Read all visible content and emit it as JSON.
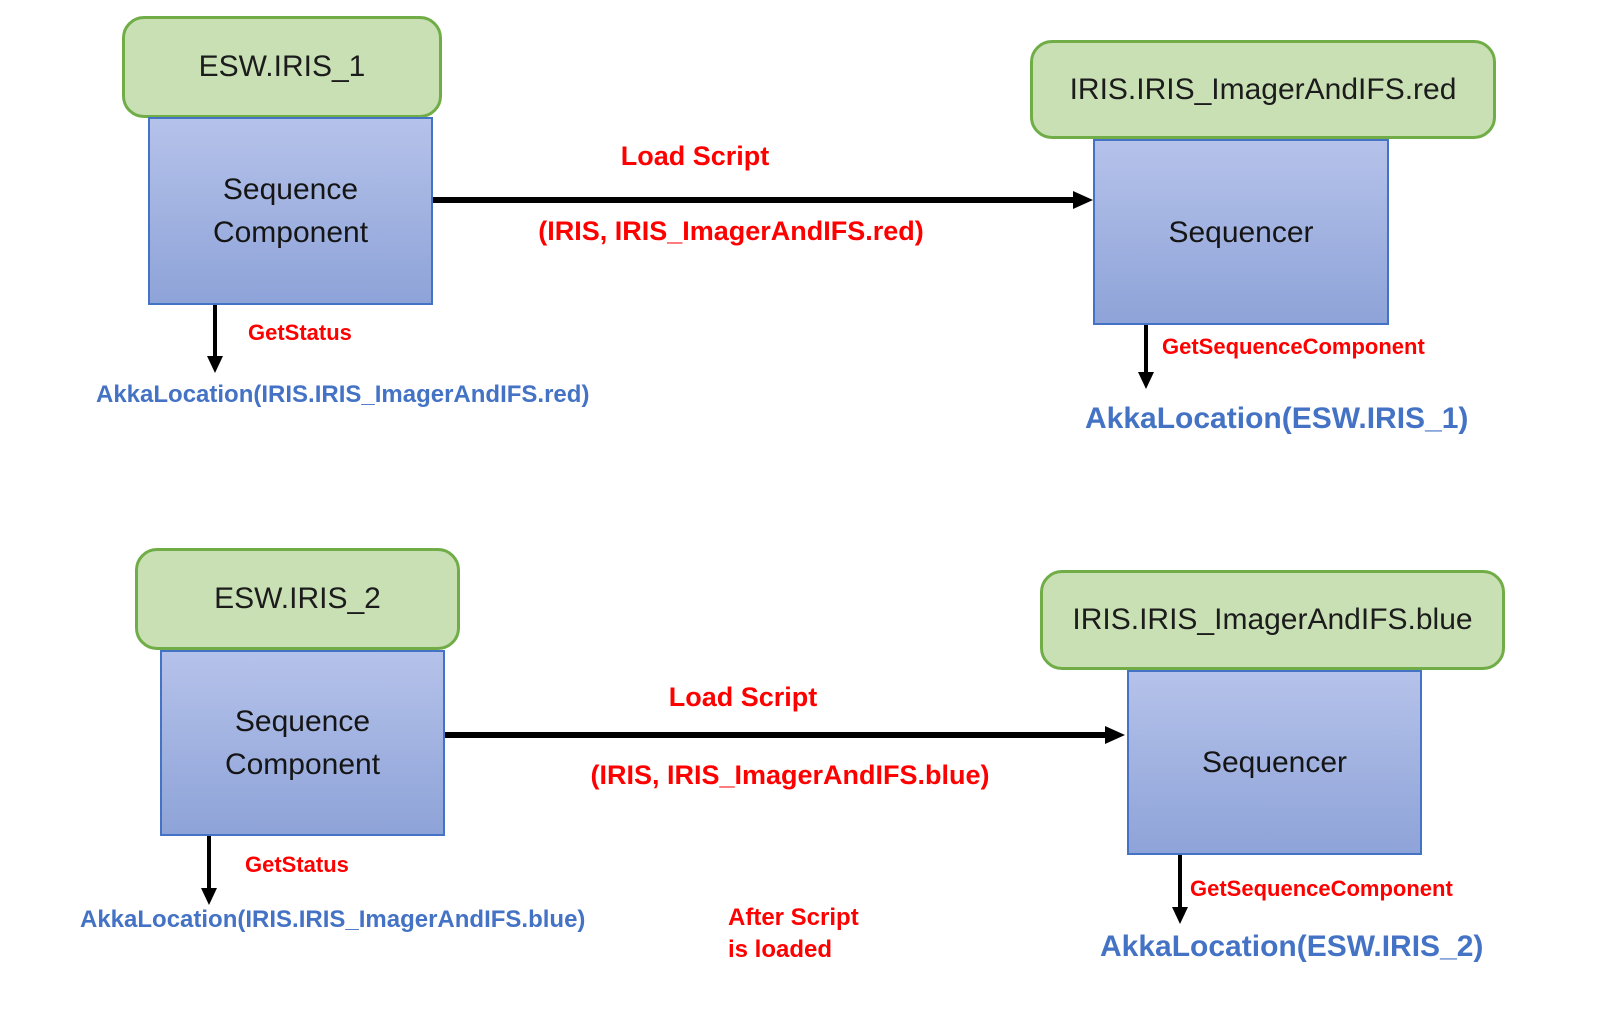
{
  "colors": {
    "tag_fill": "#c9e0b5",
    "tag_border": "#70ad47",
    "box_fill_top": "#b5c2ea",
    "box_fill_bottom": "#8ea3d8",
    "box_border": "#4472c4",
    "command_red": "#ff0000",
    "result_blue": "#4472c4",
    "arrow_black": "#000000"
  },
  "diagrams": [
    {
      "client_tag": "ESW.IRIS_1",
      "client_box": "Sequence\nComponent",
      "arrow_label": "Load Script",
      "arrow_params": "(IRIS, IRIS_ImagerAndIFS.red)",
      "client_action": "GetStatus",
      "client_result": "AkkaLocation(IRIS.IRIS_ImagerAndIFS.red)",
      "server_tag": "IRIS.IRIS_ImagerAndIFS.red",
      "server_box": "Sequencer",
      "server_action": "GetSequenceComponent",
      "server_result": "AkkaLocation(ESW.IRIS_1)"
    },
    {
      "client_tag": "ESW.IRIS_2",
      "client_box": "Sequence\nComponent",
      "arrow_label": "Load Script",
      "arrow_params": "(IRIS, IRIS_ImagerAndIFS.blue)",
      "client_action": "GetStatus",
      "client_result": "AkkaLocation(IRIS.IRIS_ImagerAndIFS.blue)",
      "server_tag": "IRIS.IRIS_ImagerAndIFS.blue",
      "server_box": "Sequencer",
      "server_action": "GetSequenceComponent",
      "server_result": "AkkaLocation(ESW.IRIS_2)"
    }
  ],
  "note": "After Script\nis loaded"
}
